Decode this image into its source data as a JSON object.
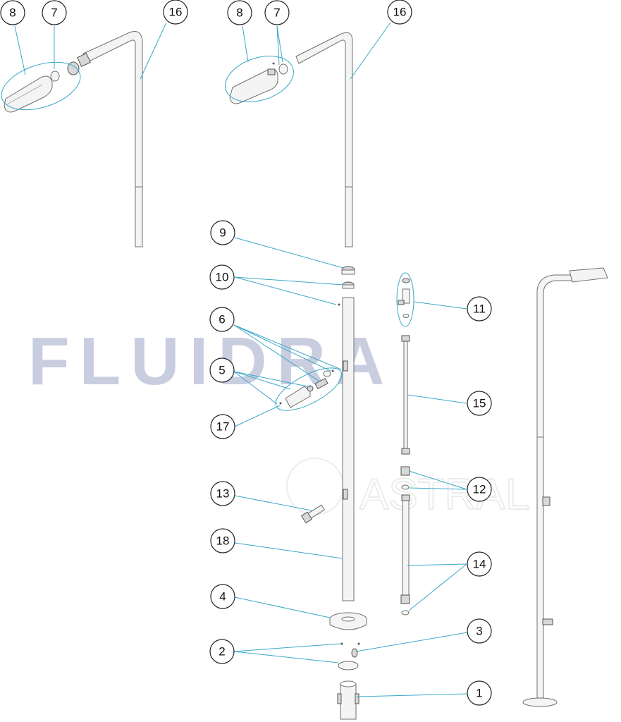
{
  "watermark": {
    "text": "FLUIDRA",
    "secondary_text": "ASTRAL"
  },
  "callouts": [
    {
      "id": "c8a",
      "label": "8"
    },
    {
      "id": "c7a",
      "label": "7"
    },
    {
      "id": "c16a",
      "label": "16"
    },
    {
      "id": "c8b",
      "label": "8"
    },
    {
      "id": "c7b",
      "label": "7"
    },
    {
      "id": "c16b",
      "label": "16"
    },
    {
      "id": "c9",
      "label": "9"
    },
    {
      "id": "c10",
      "label": "10"
    },
    {
      "id": "c6",
      "label": "6"
    },
    {
      "id": "c5",
      "label": "5"
    },
    {
      "id": "c17",
      "label": "17"
    },
    {
      "id": "c13",
      "label": "13"
    },
    {
      "id": "c18",
      "label": "18"
    },
    {
      "id": "c4",
      "label": "4"
    },
    {
      "id": "c2",
      "label": "2"
    },
    {
      "id": "c11",
      "label": "11"
    },
    {
      "id": "c15",
      "label": "15"
    },
    {
      "id": "c12",
      "label": "12"
    },
    {
      "id": "c14",
      "label": "14"
    },
    {
      "id": "c3",
      "label": "3"
    },
    {
      "id": "c1",
      "label": "1"
    }
  ],
  "colors": {
    "leader": "#3aa8c8",
    "outline": "#6f6f6f",
    "watermark": "#c9cde0"
  }
}
